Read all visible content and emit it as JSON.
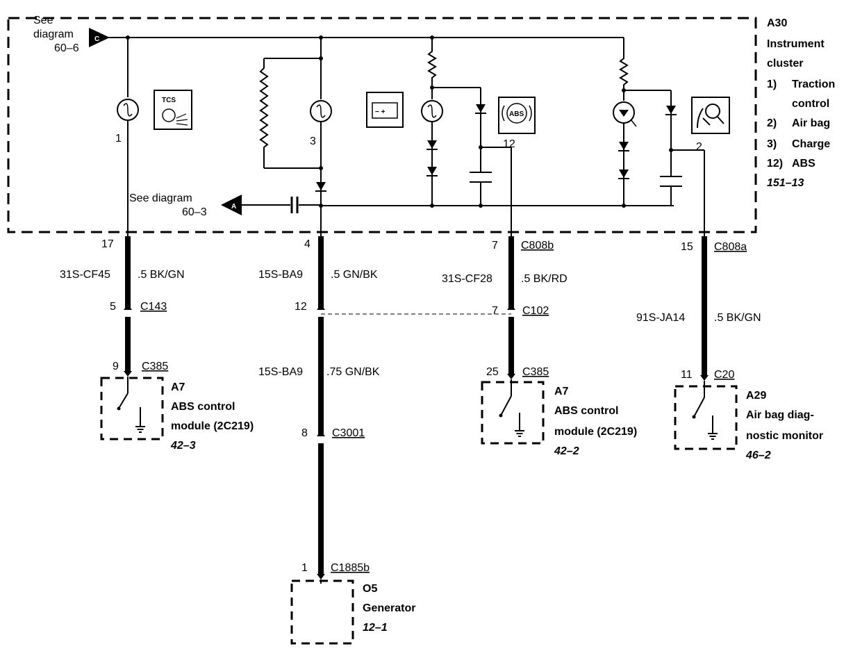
{
  "offpage": {
    "c": {
      "letter": "C",
      "line1": "See",
      "line2": "diagram",
      "line3": "60–6"
    },
    "a": {
      "letter": "A",
      "line1": "See diagram",
      "line2": "60–3"
    }
  },
  "cluster": {
    "ref": "A30",
    "name1": "Instrument",
    "name2": "cluster",
    "legend": [
      {
        "num": "1)",
        "text": "Traction"
      },
      {
        "num": "",
        "text": "control"
      },
      {
        "num": "2)",
        "text": "Air bag"
      },
      {
        "num": "3)",
        "text": "Charge"
      },
      {
        "num": "12)",
        "text": "ABS"
      }
    ],
    "page_ref": "151–13",
    "lamp_numbers": [
      "1",
      "3",
      "12",
      "2"
    ],
    "icons": {
      "tcs": "TCS",
      "abs": "ABS",
      "battery": "− +"
    }
  },
  "wires": {
    "w1": {
      "pin_top": "17",
      "circuit": "31S-CF45",
      "spec": ".5 BK/GN",
      "pin_mid": "5",
      "conn_mid": "C143",
      "pin_bot": "9",
      "conn_bot": "C385"
    },
    "w2": {
      "pin_top": "4",
      "circuit": "15S-BA9",
      "spec": ".5 GN/BK",
      "pin_mid": "12",
      "circuit2": "15S-BA9",
      "spec2": ".75 GN/BK",
      "pin_low": "8",
      "conn_low": "C3001",
      "pin_bot": "1",
      "conn_bot": "C1885b"
    },
    "w3": {
      "pin_top": "7",
      "conn_top": "C808b",
      "circuit": "31S-CF28",
      "spec": ".5 BK/RD",
      "pin_mid": "7",
      "conn_mid": "C102",
      "pin_bot": "25",
      "conn_bot": "C385"
    },
    "w4": {
      "pin_top": "15",
      "conn_top": "C808a",
      "circuit": "91S-JA14",
      "spec": ".5 BK/GN",
      "pin_bot": "11",
      "conn_bot": "C20"
    }
  },
  "modules": {
    "abs1": {
      "ref": "A7",
      "line1": "ABS control",
      "line2": "module (2C219)",
      "page": "42–3"
    },
    "abs2": {
      "ref": "A7",
      "line1": "ABS control",
      "line2": "module (2C219)",
      "page": "42–2"
    },
    "airbag": {
      "ref": "A29",
      "line1": "Air bag diag-",
      "line2": "nostic monitor",
      "page": "46–2"
    },
    "generator": {
      "ref": "O5",
      "line1": "Generator",
      "page": "12–1"
    }
  }
}
